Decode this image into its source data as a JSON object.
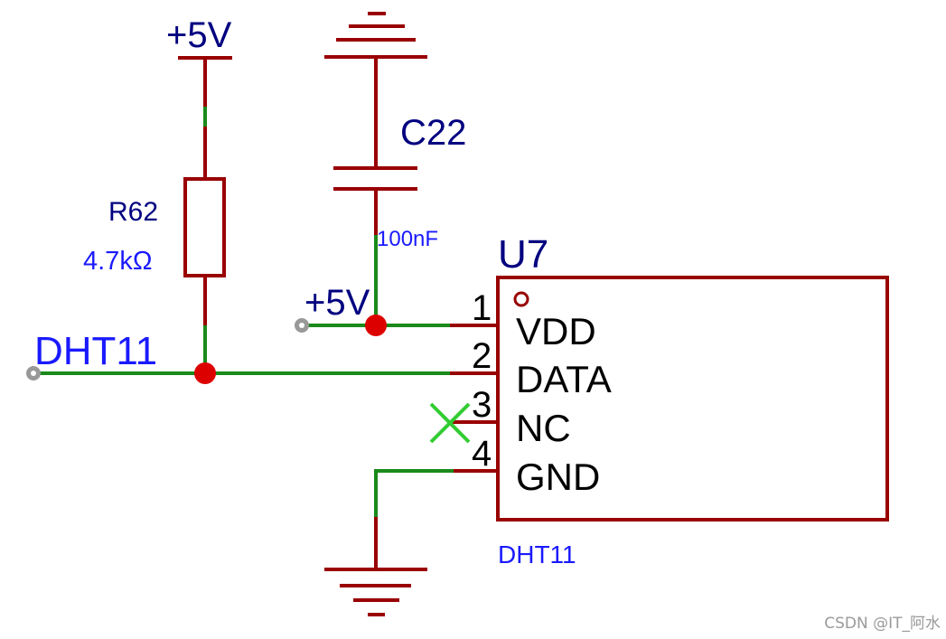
{
  "colors": {
    "wire": "#1a8a1a",
    "component": "#990000",
    "junction": "#dd0000",
    "net_label": "#1a1aff",
    "designator": "#000080",
    "no_connect": "#33cc33",
    "port": "#999999"
  },
  "resistor": {
    "designator": "R62",
    "value": "4.7kΩ"
  },
  "capacitor": {
    "designator": "C22",
    "value": "100nF"
  },
  "power": {
    "top": "+5V",
    "vdd_net": "+5V"
  },
  "net": {
    "data": "DHT11"
  },
  "ic": {
    "designator": "U7",
    "part": "DHT11",
    "pins": [
      {
        "number": "1",
        "name": "VDD"
      },
      {
        "number": "2",
        "name": "DATA"
      },
      {
        "number": "3",
        "name": "NC"
      },
      {
        "number": "4",
        "name": "GND"
      }
    ]
  },
  "watermark": "CSDN @IT_阿水"
}
